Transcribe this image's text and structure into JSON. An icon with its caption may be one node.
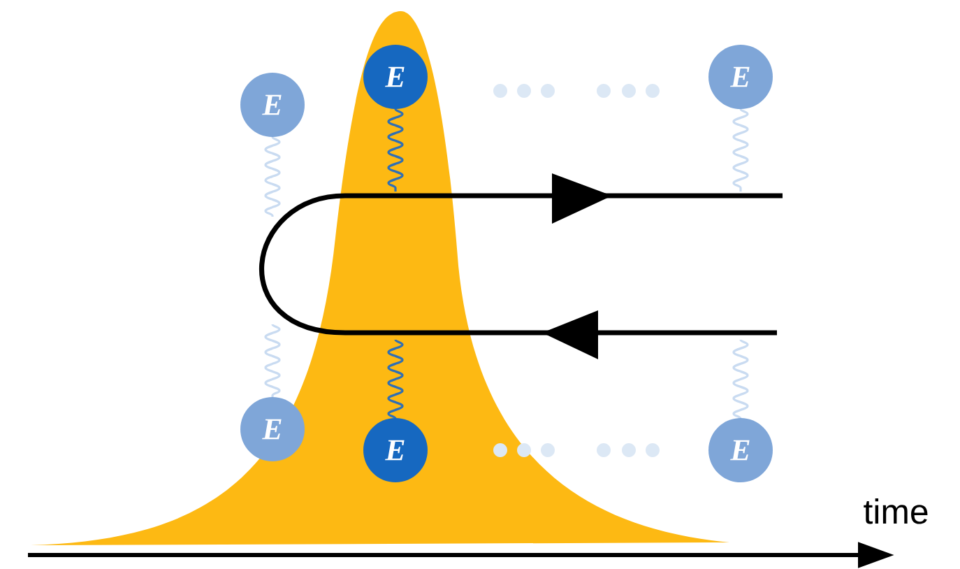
{
  "diagram": {
    "nodes": [
      {
        "text": [
          "E"
        ]
      },
      {
        "text": [
          "E"
        ]
      },
      {
        "text": [
          "E"
        ]
      },
      {
        "text": [
          "E"
        ]
      },
      {
        "text": [
          "E"
        ]
      },
      {
        "text": [
          "E"
        ]
      }
    ],
    "labels": [
      "time"
    ]
  }
}
